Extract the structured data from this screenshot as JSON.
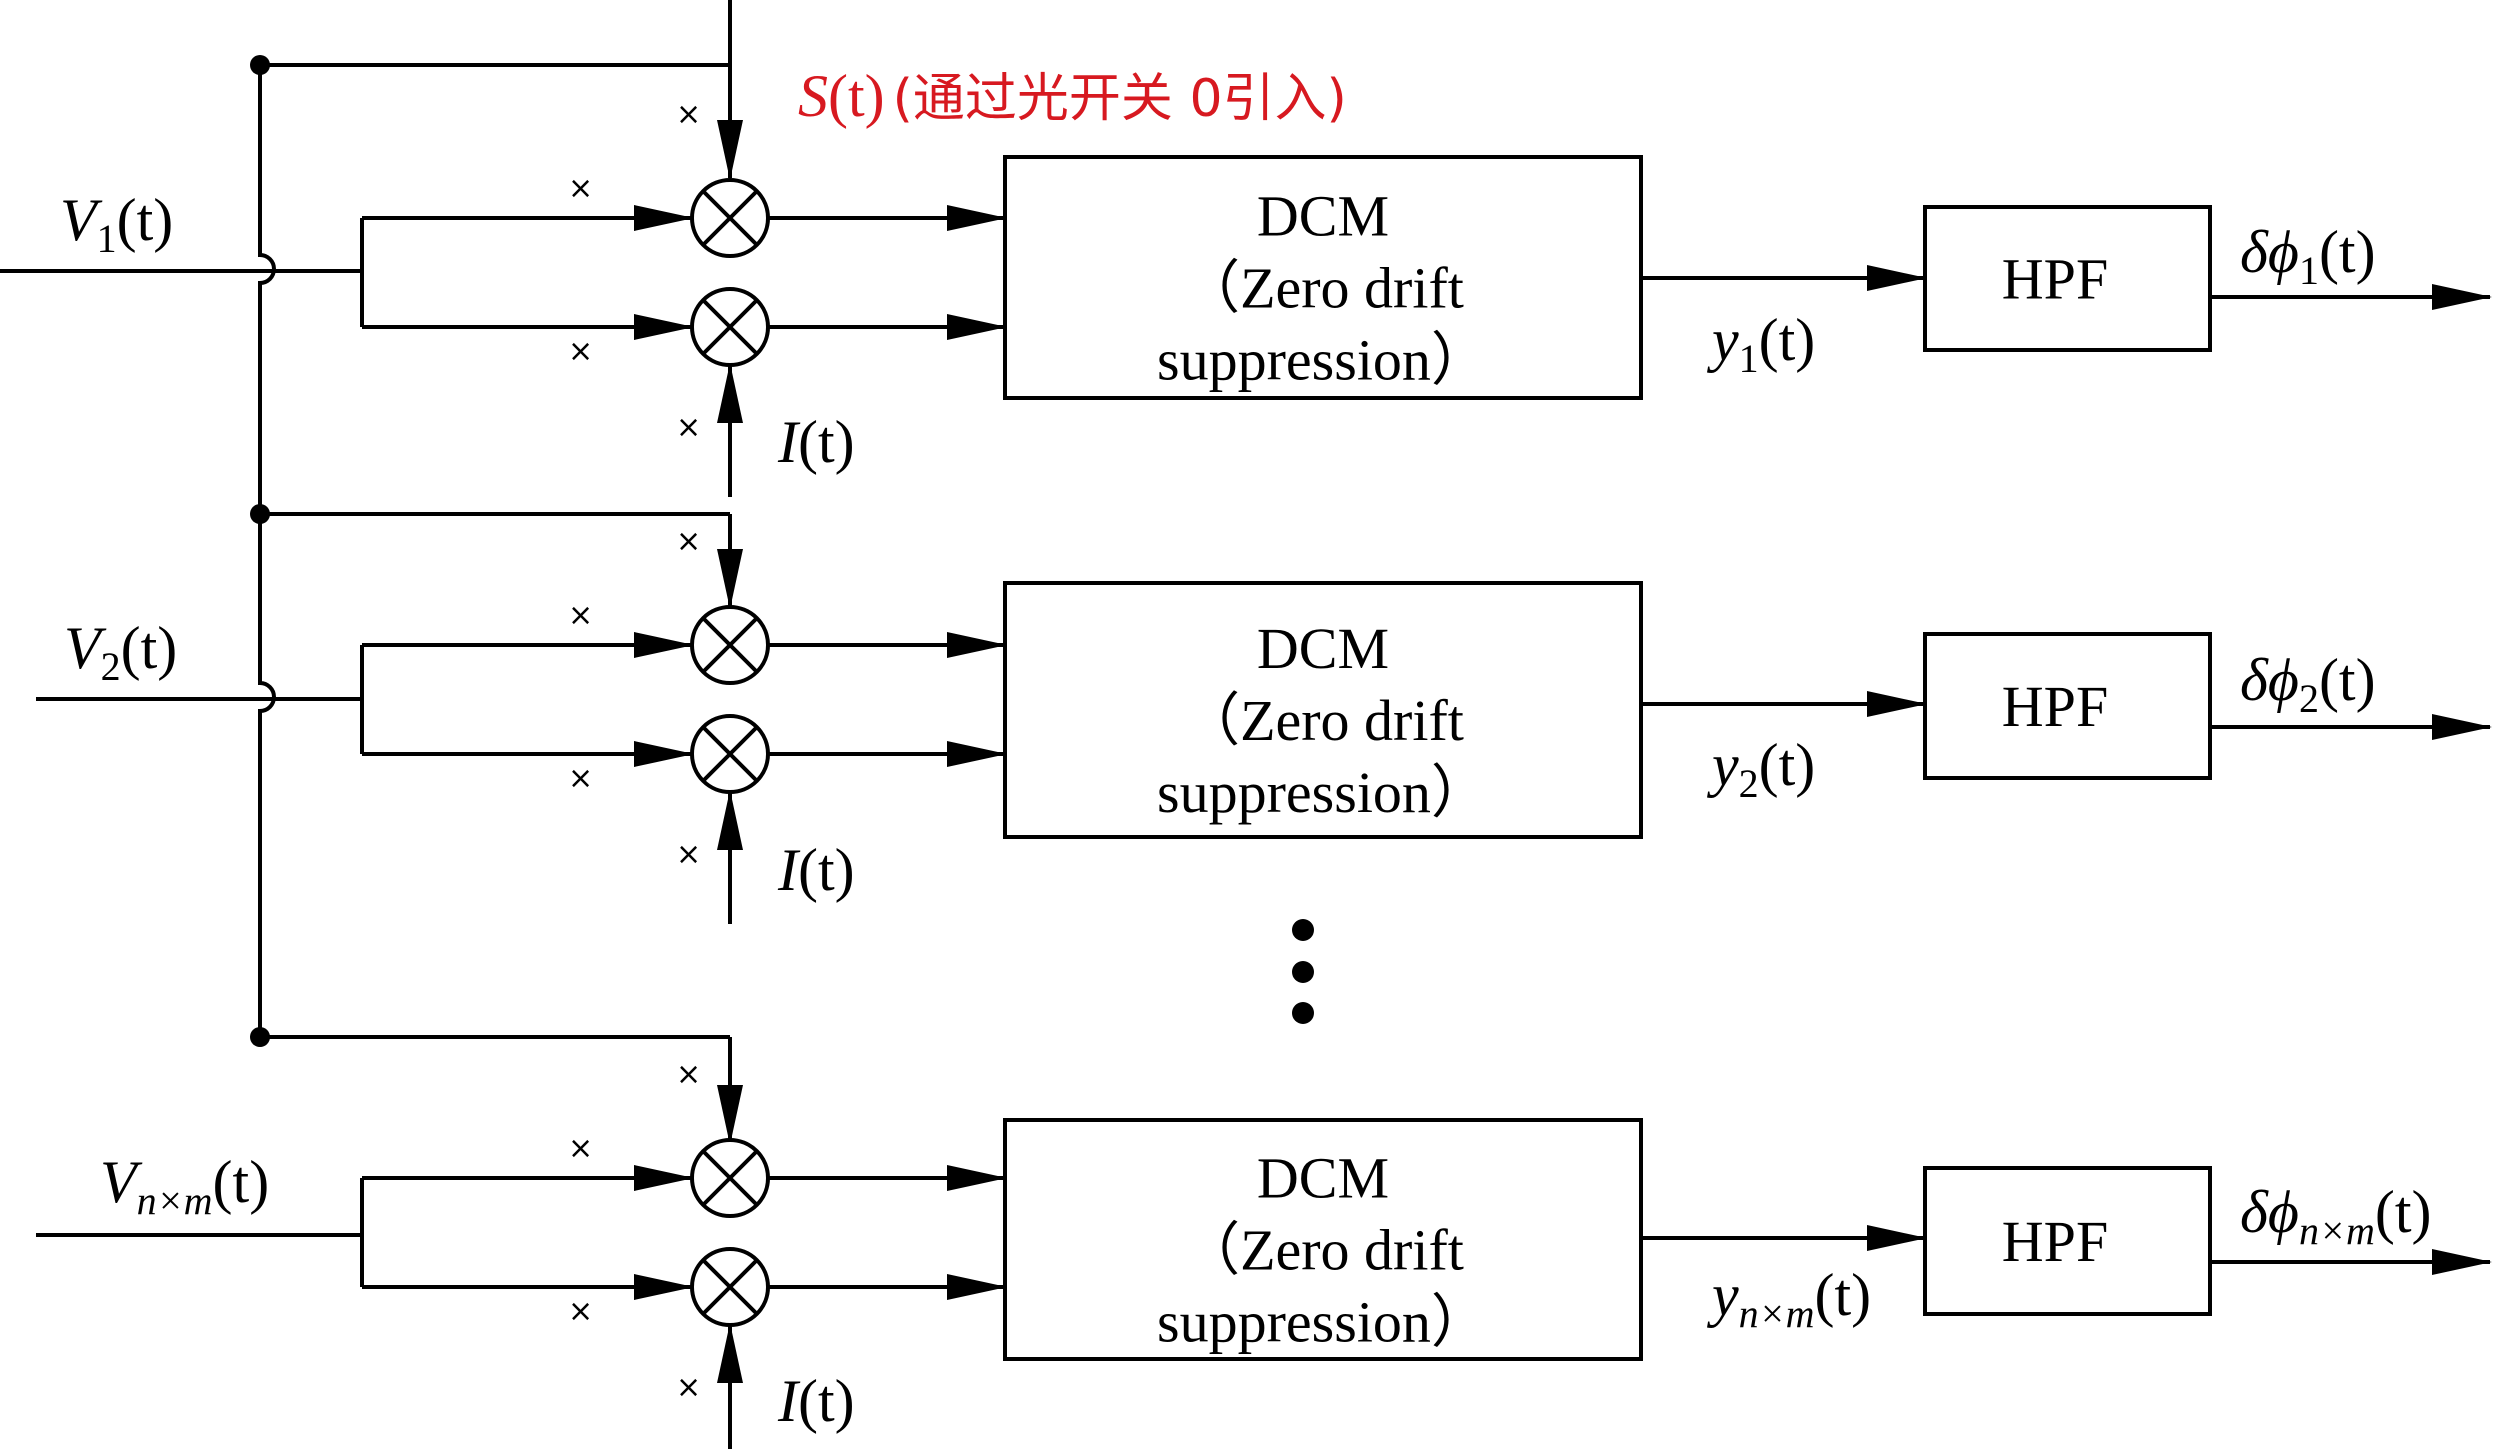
{
  "rows": [
    {
      "input": {
        "var": "V",
        "sub": "1",
        "arg": "(t)"
      },
      "top_mult_label": "",
      "bottom_mult_label": {
        "var": "I",
        "arg": "(t)"
      },
      "dcm": {
        "title": "DCM",
        "line2": "（Zero drift",
        "line3": "suppression）"
      },
      "y": {
        "var": "y",
        "sub": "1",
        "arg": "(t)"
      },
      "hpf": "HPF",
      "output": {
        "var": "δϕ",
        "sub": "1",
        "arg": "(t)"
      },
      "x_marks": [
        "×",
        "×",
        "×",
        "×"
      ]
    },
    {
      "input": {
        "var": "V",
        "sub": "2",
        "arg": "(t)"
      },
      "bottom_mult_label": {
        "var": "I",
        "arg": "(t)"
      },
      "dcm": {
        "title": "DCM",
        "line2": "（Zero drift",
        "line3": "suppression）"
      },
      "y": {
        "var": "y",
        "sub": "2",
        "arg": "(t)"
      },
      "hpf": "HPF",
      "output": {
        "var": "δϕ",
        "sub": "2",
        "arg": "(t)"
      },
      "x_marks": [
        "×",
        "×",
        "×",
        "×"
      ]
    },
    {
      "input": {
        "var": "V",
        "sub": "n×m",
        "arg": "(t)"
      },
      "bottom_mult_label": {
        "var": "I",
        "arg": "(t)"
      },
      "dcm": {
        "title": "DCM",
        "line2": "（Zero drift",
        "line3": "suppression）"
      },
      "y": {
        "var": "y",
        "sub": "n×m",
        "arg": "(t)"
      },
      "hpf": "HPF",
      "output": {
        "var": "δϕ",
        "sub": "n×m",
        "arg": "(t)"
      },
      "x_marks": [
        "×",
        "×",
        "×",
        "×"
      ]
    }
  ],
  "reference_signal": {
    "var": "S",
    "arg": "(t)",
    "note": "(通过光开关 0引入)",
    "color": "#d71920"
  },
  "ellipsis": "⋮"
}
